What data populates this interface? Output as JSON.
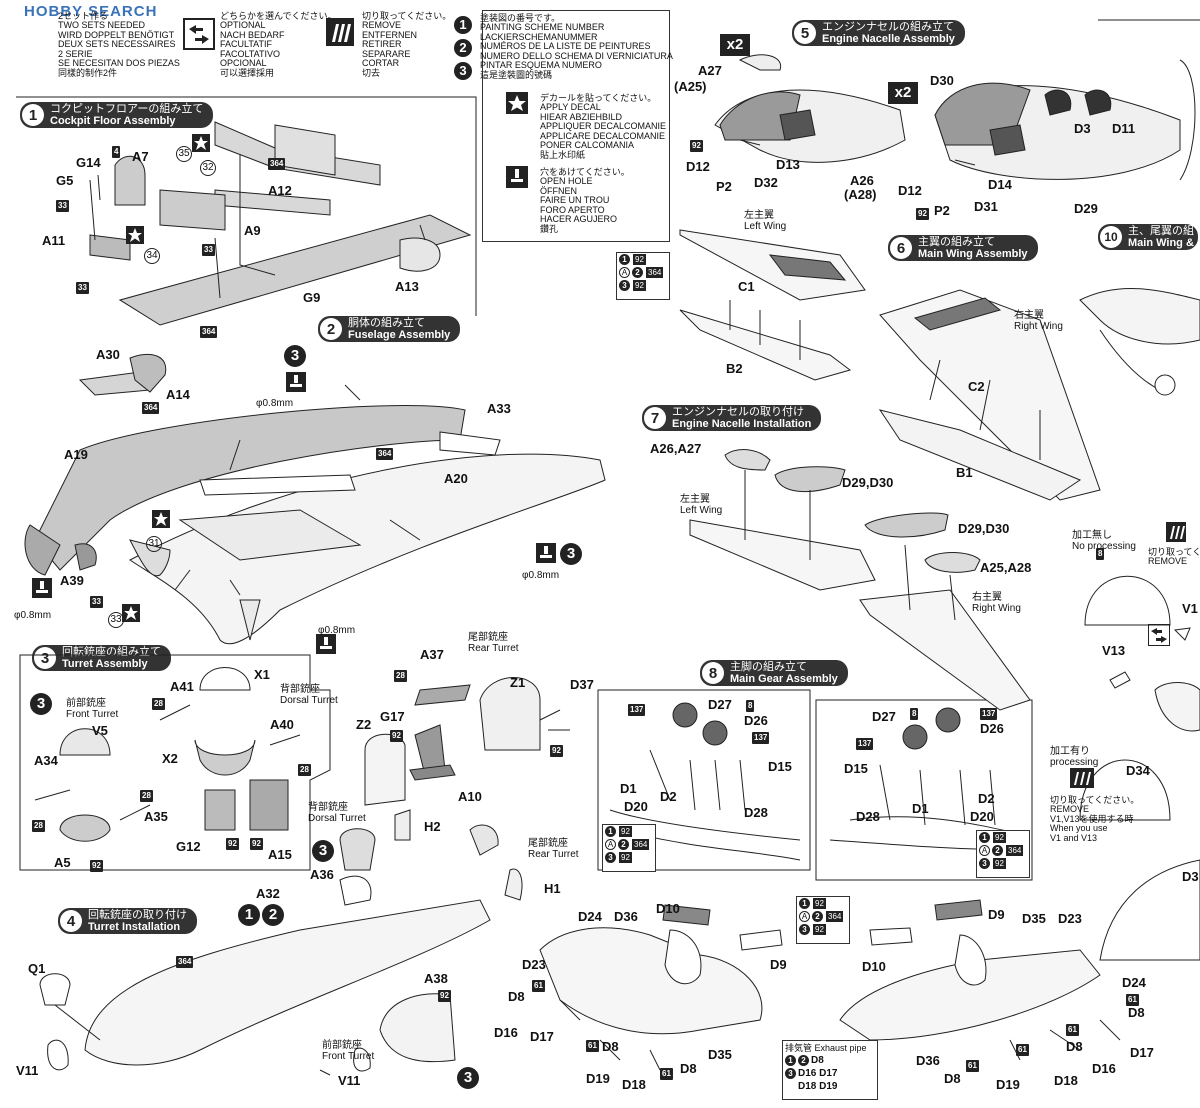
{
  "watermark": "HOBBY SEARCH",
  "legend": {
    "two_sets": [
      "2セット作る",
      "TWO SETS NEEDED",
      "WIRD DOPPELT BENÖTIGT",
      "DEUX SETS NECESSAIRES",
      "2 SERIE",
      "SE NECESITAN DOS PIEZAS",
      "同樣的制作2件"
    ],
    "optional": [
      "どちらかを選んでください。",
      "OPTIONAL",
      "NACH BEDARF",
      "FACULTATIF",
      "FACOLTATIVO",
      "OPCIONAL",
      "可以選擇採用"
    ],
    "remove": [
      "切り取ってください。",
      "REMOVE",
      "ENTFERNEN",
      "RETIRER",
      "SEPARARE",
      "CORTAR",
      "切去"
    ],
    "paint_scheme": [
      "塗装図の番号です。",
      "PAINTING SCHEME NUMBER",
      "LACKIERSCHEMANUMMER",
      "NUMÉROS DE LA LISTE DE PEINTURES",
      "NUMERO DELLO SCHEMA DI VERNICIATURA",
      "PINTAR ESQUEMA NUMERO",
      "這是塗裝圖的號碼"
    ],
    "decal": [
      "デカールを貼ってください。",
      "APPLY DECAL",
      "HIEAR ABZIEHBILD",
      "APPLIQUER DECALCOMANIE",
      "APPLICARE DECALCOMANIE",
      "PONER CALCOMANIA",
      "貼上水印紙"
    ],
    "hole": [
      "穴をあけてください。",
      "OPEN HOLE",
      "ÖFFNEN",
      "FAIRE UN TROU",
      "FORO APERTO",
      "HACER AGUJERO",
      "鑽孔"
    ]
  },
  "steps": [
    {
      "num": "1",
      "jp": "コクピットフロアーの組み立て",
      "en": "Cockpit Floor Assembly"
    },
    {
      "num": "2",
      "jp": "胴体の組み立て",
      "en": "Fuselage Assembly"
    },
    {
      "num": "3",
      "jp": "回転銃座の組み立て",
      "en": "Turret Assembly"
    },
    {
      "num": "4",
      "jp": "回転銃座の取り付け",
      "en": "Turret Installation"
    },
    {
      "num": "5",
      "jp": "エンジンナセルの組み立て",
      "en": "Engine Nacelle Assembly"
    },
    {
      "num": "6",
      "jp": "主翼の組み立て",
      "en": "Main Wing Assembly"
    },
    {
      "num": "7",
      "jp": "エンジンナセルの取り付け",
      "en": "Engine Nacelle Installation"
    },
    {
      "num": "8",
      "jp": "主脚の組み立て",
      "en": "Main Gear Assembly"
    },
    {
      "num": "10",
      "jp": "主、尾翼の組",
      "en": "Main Wing &"
    }
  ],
  "parts": {
    "G14": "G14",
    "A7": "A7",
    "G5": "G5",
    "A11": "A11",
    "A12": "A12",
    "A9": "A9",
    "G9": "G9",
    "A13": "A13",
    "A30": "A30",
    "A14": "A14",
    "A33": "A33",
    "A19": "A19",
    "A20": "A20",
    "A39": "A39",
    "A41": "A41",
    "X1": "X1",
    "A40": "A40",
    "A34": "A34",
    "V5": "V5",
    "X2": "X2",
    "A35": "A35",
    "A5": "A5",
    "G12": "G12",
    "A15": "A15",
    "A37": "A37",
    "Z1": "Z1",
    "D37": "D37",
    "Z2": "Z2",
    "G17": "G17",
    "A10": "A10",
    "H2": "H2",
    "H1": "H1",
    "A36": "A36",
    "A32": "A32",
    "Q1": "Q1",
    "V11a": "V11",
    "A38": "A38",
    "V11b": "V11",
    "A27": "A27",
    "A25": "(A25)",
    "D12a": "D12",
    "P2a": "P2",
    "D32": "D32",
    "D13": "D13",
    "A26": "A26",
    "A28": "(A28)",
    "D30": "D30",
    "D3": "D3",
    "D11": "D11",
    "D12b": "D12",
    "P2b": "P2",
    "D31": "D31",
    "D14": "D14",
    "D29": "D29",
    "C1": "C1",
    "B2": "B2",
    "C2": "C2",
    "B1": "B1",
    "A26A27": "A26,A27",
    "D29D30a": "D29,D30",
    "D29D30b": "D29,D30",
    "A25A28": "A25,A28",
    "D27a": "D27",
    "D26a": "D26",
    "D1a": "D1",
    "D20a": "D20",
    "D2a": "D2",
    "D15a": "D15",
    "D28a": "D28",
    "D27b": "D27",
    "D26b": "D26",
    "D15b": "D15",
    "D1b": "D1",
    "D2b": "D2",
    "D28b": "D28",
    "D20b": "D20",
    "V1": "V1",
    "V13": "V13",
    "D34": "D34",
    "D3x": "D3",
    "D24a": "D24",
    "D36a": "D36",
    "D10a": "D10",
    "D9a": "D9",
    "D23a": "D23",
    "D8a": "D8",
    "D16a": "D16",
    "D17a": "D17",
    "D8b": "D8",
    "D35a": "D35",
    "D19a": "D19",
    "D18a": "D18",
    "D8c": "D8",
    "D10b": "D10",
    "D9b": "D9",
    "D35b": "D35",
    "D23b": "D23",
    "D24b": "D24",
    "D8d": "D8",
    "D17b": "D17",
    "D16b": "D16",
    "D8e": "D8",
    "D36b": "D36",
    "D8f": "D8",
    "D19b": "D19",
    "D18b": "D18"
  },
  "labels": {
    "left_wing_jp": "左主翼",
    "left_wing_en": "Left Wing",
    "right_wing_jp": "右主翼",
    "right_wing_en": "Right Wing",
    "front_turret_jp": "前部銃座",
    "front_turret_en": "Front Turret",
    "dorsal_turret_jp": "背部銃座",
    "dorsal_turret_en": "Dorsal Turret",
    "rear_turret_jp": "尾部銃座",
    "rear_turret_en": "Rear Turret",
    "hole_size": "φ0.8mm",
    "x2": "x2",
    "no_processing_jp": "加工無し",
    "no_processing_en": "No processing",
    "processing_jp": "加工有り",
    "processing_en": "processing",
    "remove_note_jp": "切り取ってください。",
    "remove_note_en": "REMOVE",
    "remove_v": "切り取ってください。\nREMOVE\nV1,V13を使用する時\nWhen you use\nV1 and V13",
    "exhaust_jp": "排気管",
    "exhaust_en": "Exhaust pipe",
    "exhaust_row1": "D8",
    "exhaust_row2": "D16 D17",
    "exhaust_row3": "D18 D19"
  },
  "paint_codes": {
    "c92": "92",
    "c364": "364",
    "c61": "61",
    "c137": "137",
    "c28": "28",
    "c33": "33",
    "c4": "4",
    "c8": "8"
  },
  "callouts": {
    "c31": "31",
    "c32": "32",
    "c34": "34",
    "c35": "35",
    "c33": "33"
  }
}
